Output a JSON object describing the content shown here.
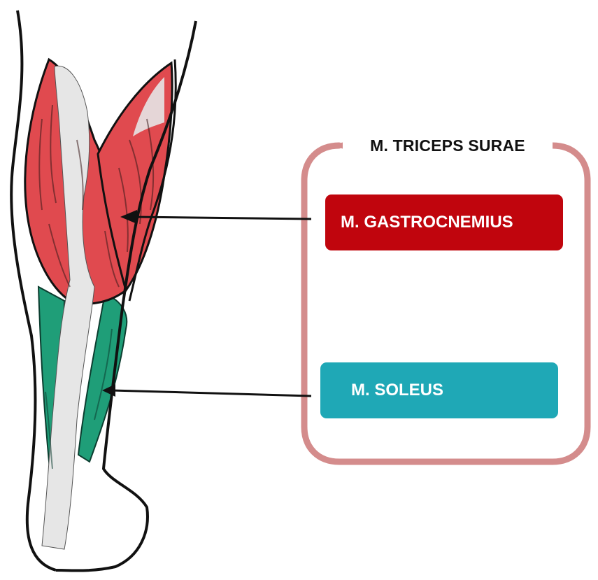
{
  "diagram": {
    "group_label": "M. TRICEPS SURAE",
    "labels": [
      {
        "id": "gastrocnemius",
        "text": "M. GASTROCNEMIUS",
        "color": "#c0050d"
      },
      {
        "id": "soleus",
        "text": "M. SOLEUS",
        "color": "#1fa8b6"
      }
    ],
    "colors": {
      "group_frame": "#d48c8c",
      "muscle_red": "#e04a4f",
      "muscle_green": "#1f9e78",
      "tendon": "#e6e6e6",
      "outline": "#111111"
    }
  }
}
